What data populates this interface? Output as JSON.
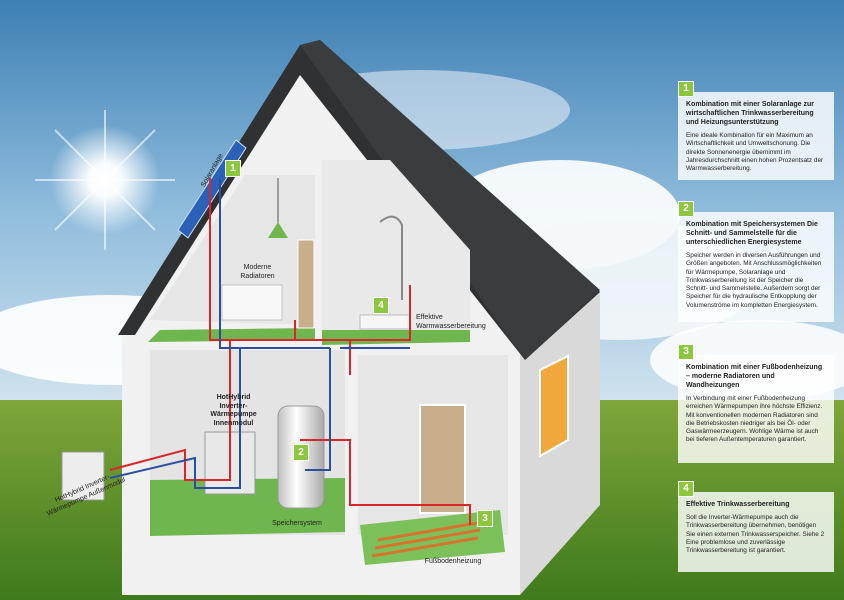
{
  "panels": [
    {
      "num": "1",
      "title": "Kombination mit einer Solaranlage zur wirtschaftlichen Trinkwasserbereitung und Heizungsunterstützung",
      "text": "Eine ideale Kombination für ein Maximum an Wirtschaftlichkeit und Umweltschonung. Die direkte Sonnenenergie übernimmt im Jahresdurchschnitt einen hohen Prozentsatz der Warmwasserbereitung."
    },
    {
      "num": "2",
      "title": "Kombination mit Speichersystemen Die Schnitt- und Sammelstelle für die unterschiedlichen Energiesysteme",
      "text": "Speicher werden in diversen Ausführungen und Größen angeboten. Mit Anschlussmöglichkeiten für Wärmepumpe, Solaranlage und Trinkwasserbereitung ist der Speicher die Schnitt- und Sammelstelle. Außerdem sorgt der Speicher für die hydraulische Entkopplung der Volumenströme im kompletten Energiesystem."
    },
    {
      "num": "3",
      "title": "Kombination mit einer Fußbodenheizung – moderne Radiatoren und Wandheizungen",
      "text": "In Verbindung mit einer Fußbodenheizung erreichen Wärmepumpen ihre höchste Effizienz. Mit konventionellen modernen Radiatoren sind die Betriebskosten niedriger als bei Öl- oder Gaswärmeerzeugern. Wohlige Wärme ist auch bei tieferen Außentemperaturen garantiert."
    },
    {
      "num": "4",
      "title": "Effektive Trinkwasserbereitung",
      "text": "Soll die Inverter-Wärmepumpe auch die Trinkwasserbereitung übernehmen, benötigen Sie einen externen Trinkwasserspeicher. Siehe 2 Eine problemlose und zuverlässige Trinkwasserbereitung ist garantiert."
    }
  ],
  "labels": {
    "solar": "Solaranlage",
    "radiators": "Moderne Radiatoren",
    "warmwater": "Effektive Warmwasserbereitung",
    "hybrid_inner": "HotHybrid Inverter-Wärmepumpe Innenmodul",
    "hybrid_outer": "HotHybrid Inverter-Wärmepumpe Außenmodul",
    "storage": "Speichersystem",
    "floor": "Fußbodenheizung"
  },
  "badges": [
    "1",
    "2",
    "3",
    "4"
  ],
  "colors": {
    "accent": "#8dc63f",
    "roof": "#2f3133",
    "wall": "#f3f3f3",
    "floor": "#7dbf5a",
    "hot": "#d9262b",
    "cold": "#2b4fa0"
  }
}
